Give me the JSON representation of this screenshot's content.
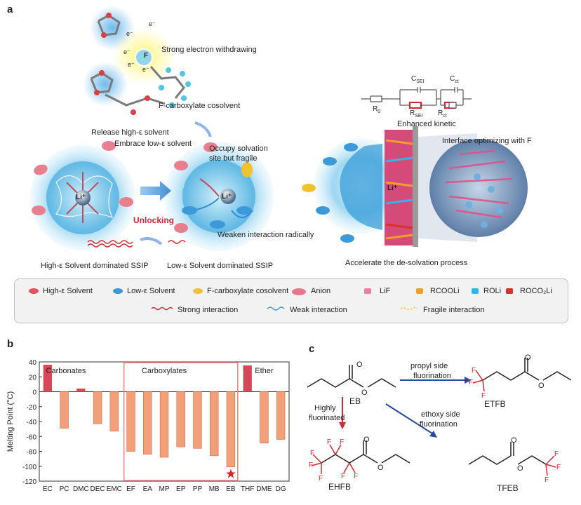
{
  "panels": {
    "a": "a",
    "b": "b",
    "c": "c"
  },
  "panel_a": {
    "electron_labels": [
      "e⁻",
      "e⁻",
      "e⁻",
      "e⁻",
      "e⁻"
    ],
    "fluorine_atom": "F",
    "strong_withdrawing": "Strong electron withdrawing",
    "cosolvent_label": "F-carboxylate cosolvent",
    "release_label": "Release high-ε solvent",
    "embrace_label": "Embrace low-ε solvent",
    "occupy_label_1": "Occupy solvation",
    "occupy_label_2": "site but fragile",
    "unlocking": "Unlocking",
    "weaken": "Weaken interaction radically",
    "ion_symbol": "Li⁺",
    "left_caption": "High-ε Solvent dominated SSIP",
    "middle_caption": "Low-ε Solvent dominated SSIP",
    "right_caption": "Accelerate the de-solvation process",
    "interface_label": "Interface optimizing with F",
    "circuit_labels": {
      "r0": "R",
      "r0_sub": "0",
      "csei": "C",
      "csei_sub": "SEI",
      "rsei": "R",
      "rsei_sub": "SEI",
      "cct": "C",
      "cct_sub": "ct",
      "rct": "R",
      "rct_sub": "ct"
    },
    "kinetic_label": "Enhanced kinetic"
  },
  "legend": {
    "items": [
      {
        "label": "High-ε Solvent",
        "color": "#e8505b"
      },
      {
        "label": "Low-ε Solvent",
        "color": "#3d9ad8"
      },
      {
        "label": "F-carboxylate cosolvent",
        "color": "#f2c12e"
      },
      {
        "label": "Anion",
        "color": "#e9768a"
      },
      {
        "label": "LiF",
        "color": "#e87fa8"
      },
      {
        "label": "RCOOLi",
        "color": "#f0a02a"
      },
      {
        "label": "ROLi",
        "color": "#35b3e6"
      },
      {
        "label": "ROCO₂Li",
        "color": "#d8302f"
      }
    ],
    "lines": [
      {
        "label": "Strong interaction",
        "color": "#d3282f"
      },
      {
        "label": "Weak interaction",
        "color": "#3d9ad8"
      },
      {
        "label": "Fragile interaction",
        "color": "#e8d43a"
      }
    ]
  },
  "panel_b": {
    "group_labels": [
      "Carbonates",
      "Carboxylates",
      "Ether"
    ]
  },
  "chart_data": {
    "type": "bar",
    "categories": [
      "EC",
      "PC",
      "DMC",
      "DEC",
      "EMC",
      "EF",
      "EA",
      "MP",
      "EP",
      "PP",
      "MB",
      "EB",
      "THF",
      "DME",
      "DG"
    ],
    "values": [
      36,
      -49,
      4,
      -43,
      -53,
      -80,
      -84,
      -88,
      -74,
      -76,
      -86,
      -101,
      35,
      -69,
      -64
    ],
    "ylabel": "Melting Point (°C)",
    "ylim": [
      -120,
      40
    ],
    "yticks": [
      40,
      20,
      0,
      -20,
      -40,
      -60,
      -80,
      -100,
      -120
    ],
    "highlight": "EB",
    "colors": {
      "positive": "#d9455a",
      "negative": "#f2a07a",
      "frame": "#f08080",
      "star": "#d3282f"
    }
  },
  "panel_c": {
    "eb": "EB",
    "etfb": "ETFB",
    "ehfb": "EHFB",
    "tfeb": "TFEB",
    "arrow1_line1": "propyl side",
    "arrow1_line2": "fluorination",
    "arrow2_line1": "Highly",
    "arrow2_line2": "fluorinated",
    "arrow3_line1": "ethoxy side",
    "arrow3_line2": "fluorination",
    "o_atom": "O",
    "f_atom": "F"
  }
}
